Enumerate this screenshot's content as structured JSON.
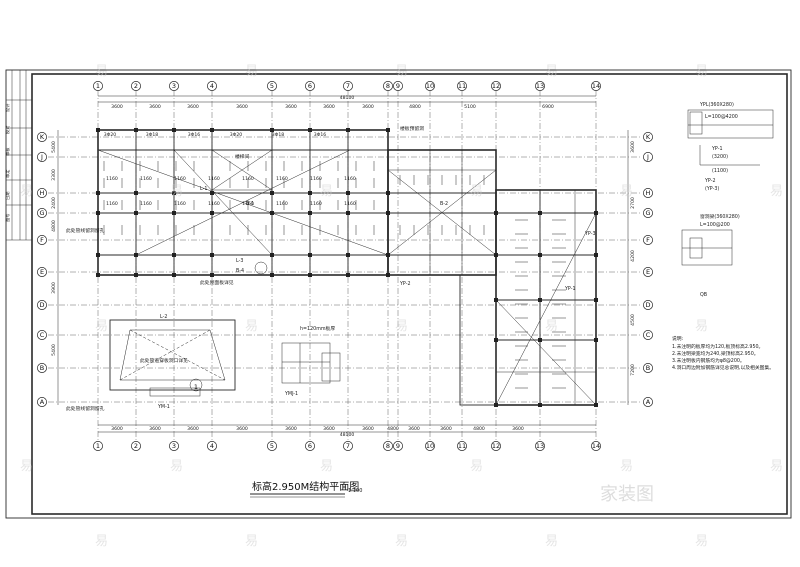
{
  "drawing": {
    "title": "标高2.950M结构平面图",
    "scale": "1:100",
    "overall_dim": "48100"
  },
  "axes": {
    "columns": [
      "1",
      "2",
      "3",
      "4",
      "5",
      "6",
      "7",
      "8",
      "9",
      "10",
      "11",
      "12",
      "13",
      "14"
    ],
    "rows": [
      "K",
      "J",
      "H",
      "G",
      "F",
      "E",
      "D",
      "C",
      "B",
      "A"
    ],
    "top_dims": [
      "3600",
      "3600",
      "3600",
      "3600",
      "3600",
      "3600",
      "3600",
      "4800",
      "5100",
      "6900"
    ],
    "bottom_dims": [
      "3600",
      "3600",
      "3600",
      "3600",
      "3600",
      "3600",
      "3600",
      "4800",
      "3600",
      "3600",
      "4800",
      "3600"
    ],
    "left_dims": [
      "5400",
      "3300",
      "2400",
      "4800",
      "3900",
      "5400"
    ],
    "right_dims": [
      "3600",
      "2700",
      "4200",
      "4500",
      "7200"
    ]
  },
  "labels": {
    "stair": "楼梯间",
    "opening": "楼板预留洞",
    "beam_l1": "L-1",
    "beam_l2": "L-2",
    "beam_l3": "L-3",
    "slab_b1": "B-1",
    "slab_b2": "B-2",
    "slab_b4": "B-4",
    "ymj": "YMJ-1",
    "ym1": "YM-1",
    "yp1": "YP-1",
    "yp2": "YP-2",
    "yp3": "YP-3",
    "detail_num": "1",
    "room_note": "此处管道穿板洞口详见",
    "thickness_note": "h=120mm板厚",
    "roof_note": "此处屋面板详见",
    "section_note_1": "此处管线留洞留孔",
    "section_note_2": "此处管线留洞留孔"
  },
  "details": {
    "detail1_title": "YPL(360X280)",
    "detail1_sub": "L=100@4200",
    "detail1_mid": "YP-1",
    "detail1_dim1": "(3200)",
    "detail1_dim2": "(1100)",
    "detail2_title": "YP-2",
    "detail2_sub": "(YP-3)",
    "detail3_title": "窗洞梁(360X280)",
    "detail3_sub": "L=100@200",
    "detail3_foot": "QB"
  },
  "notes": {
    "header": "说明:",
    "items": [
      "1.未注明的板厚均为120,板顶标高2.950。",
      "2.未注明梁宽均为240,梁顶标高2.950。",
      "3.未注明板内钢筋均为φ8@200。",
      "4.洞口周边附加钢筋详见总说明,以及相关图集。"
    ]
  },
  "title_block": {
    "rows": [
      "设计",
      "校对",
      "审核",
      "审定",
      "日期",
      "图号"
    ]
  },
  "rebar_dims": [
    "1160",
    "1160",
    "1160",
    "1160",
    "1160",
    "1160",
    "1160",
    "1160"
  ],
  "beam_tags": [
    "3Φ20",
    "3Φ18",
    "3Φ16",
    "3Φ20",
    "3Φ18",
    "3Φ16"
  ],
  "watermark": {
    "glyph": "易",
    "brand": "家装图"
  },
  "colors": {
    "line": "#2a2a2a",
    "axis": "#555555",
    "paper": "#ffffff",
    "watermark": "#d0d0d0"
  }
}
